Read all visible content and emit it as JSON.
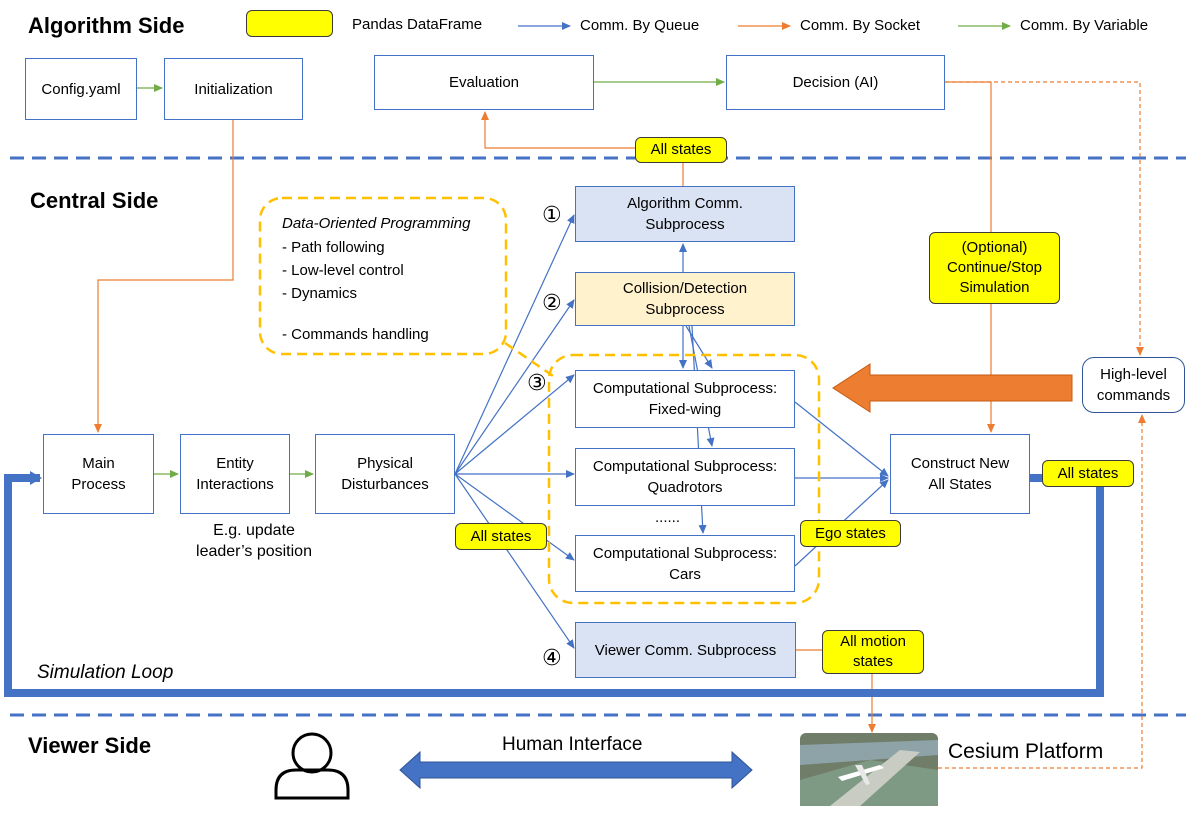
{
  "sections": {
    "algorithm": "Algorithm Side",
    "central": "Central Side",
    "viewer": "Viewer Side"
  },
  "legend": {
    "dataframe": "Pandas DataFrame",
    "queue": "Comm. By Queue",
    "socket": "Comm. By Socket",
    "variable": "Comm. By Variable"
  },
  "algorithm_boxes": {
    "config": "Config.yaml",
    "init": "Initialization",
    "evaluation": "Evaluation",
    "decision": "Decision (AI)"
  },
  "central_boxes": {
    "main": "Main\nProcess",
    "entity": "Entity\nInteractions",
    "physical": "Physical\nDisturbances",
    "algo_comm": "Algorithm Comm.\nSubprocess",
    "collision": "Collision/Detection\nSubprocess",
    "fixed_wing": "Computational Subprocess:\nFixed-wing",
    "quadrotors": "Computational Subprocess:\nQuadrotors",
    "cars": "Computational Subprocess:\nCars",
    "viewer_comm": "Viewer Comm. Subprocess",
    "construct": "Construct New\nAll States",
    "high_level": "High-level\ncommands"
  },
  "tags": {
    "all_states_top": "All states",
    "optional": "(Optional)\nContinue/Stop\nSimulation",
    "all_states_right": "All states",
    "all_states_mid": "All states",
    "ego_states": "Ego states",
    "all_motion": "All motion\nstates"
  },
  "dop": {
    "title": "Data-Oriented Programming",
    "items": [
      "- Path following",
      "- Low-level control",
      "- Dynamics",
      "",
      "- Commands handling"
    ]
  },
  "notes": {
    "entity_note": "E.g. update\nleader’s position",
    "dots": "......",
    "simulation_loop": "Simulation Loop",
    "human_interface": "Human Interface",
    "cesium": "Cesium Platform"
  },
  "numbers": [
    "①",
    "②",
    "③",
    "④"
  ],
  "colors": {
    "queue": "#4472c4",
    "socket": "#ed7d31",
    "variable": "#70ad47",
    "highlight": "#ffff00",
    "dashed_group": "#ffc000",
    "separator": "#4472c4"
  },
  "icons": {
    "person": "person-icon",
    "cesium": "cesium-screenshot-icon"
  }
}
